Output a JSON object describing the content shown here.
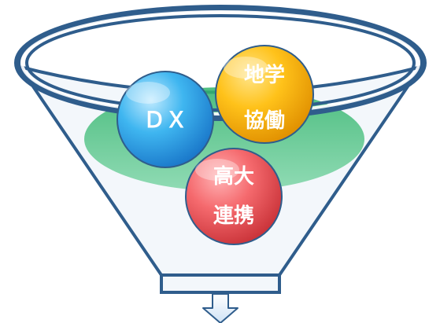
{
  "diagram": {
    "balls": [
      {
        "id": "dx",
        "line1": "ＤＸ",
        "line2": "",
        "color": "#3FB6F0",
        "dark": "#1976C9"
      },
      {
        "id": "chigaku",
        "line1": "地学",
        "line2": "協働",
        "color": "#FFC21A",
        "dark": "#E08F00"
      },
      {
        "id": "koudai",
        "line1": "高大",
        "line2": "連携",
        "color": "#F56A6E",
        "dark": "#C93238"
      }
    ],
    "colors": {
      "funnel_outline": "#2F5D8C",
      "funnel_fill": "#F3F7FB",
      "ellipse_fill": "#2FB36A",
      "ellipse_light": "#7FD6A8",
      "arrow_fill": "#DCEAF7"
    },
    "icons": {
      "down_arrow": "down-arrow-icon"
    }
  }
}
